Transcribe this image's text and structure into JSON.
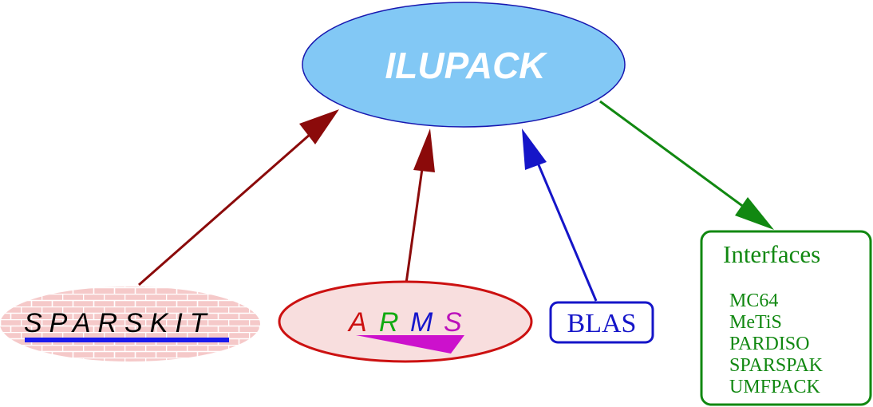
{
  "colors": {
    "ilupack_fill": "#82c8f5",
    "ilupack_stroke": "#1818b0",
    "arrow_dark_red": "#8b0a0a",
    "arrow_blue": "#1515c8",
    "arrow_green": "#118811",
    "sparskit_fill": "#f5c9c9",
    "sparskit_brick": "#ffffff",
    "sparskit_underline": "#1a1aee",
    "arms_fill": "#f8dede",
    "arms_stroke": "#cc1111",
    "arms_wedge": "#cc11cc",
    "arms_a": "#cc1111",
    "arms_r": "#11aa11",
    "arms_m": "#1515cc",
    "arms_s": "#bb11bb",
    "blas": "#1515c8",
    "interfaces": "#118811"
  },
  "nodes": {
    "ilupack": {
      "label": "ILUPACK"
    },
    "sparskit": {
      "label": "SPARSKIT"
    },
    "arms": {
      "letters": [
        "A",
        "R",
        "M",
        "S"
      ]
    },
    "blas": {
      "label": "BLAS"
    },
    "interfaces": {
      "title": "Interfaces",
      "items": [
        "MC64",
        "MeTiS",
        "PARDISO",
        "SPARSPAK",
        "UMFPACK"
      ]
    }
  },
  "edges": [
    {
      "from": "sparskit",
      "to": "ilupack"
    },
    {
      "from": "arms",
      "to": "ilupack"
    },
    {
      "from": "blas",
      "to": "ilupack"
    },
    {
      "from": "ilupack",
      "to": "interfaces"
    }
  ]
}
